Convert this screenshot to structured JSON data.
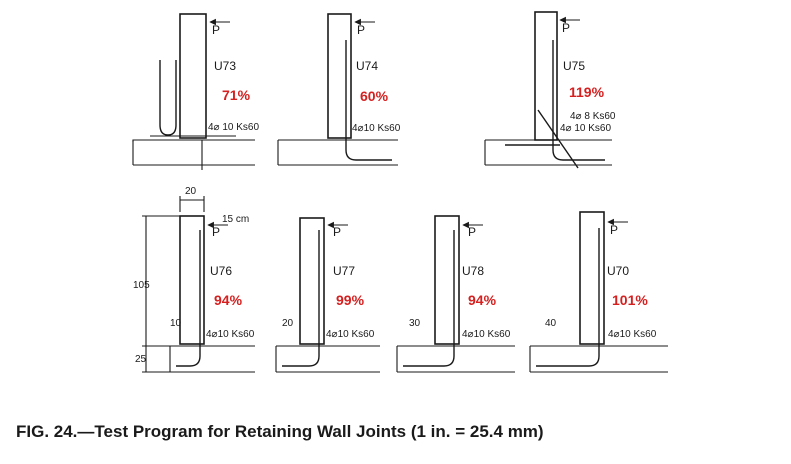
{
  "specimens": [
    {
      "id": "U73",
      "percent": "71%",
      "rebar": "4⌀ 10 Ks60"
    },
    {
      "id": "U74",
      "percent": "60%",
      "rebar": "4⌀10 Ks60"
    },
    {
      "id": "U75",
      "percent": "119%",
      "rebar": "4⌀ 10 Ks60",
      "rebar2": "4⌀ 8 Ks60"
    },
    {
      "id": "U76",
      "percent": "94%",
      "rebar": "4⌀10 Ks60"
    },
    {
      "id": "U77",
      "percent": "99%",
      "rebar": "4⌀10 Ks60"
    },
    {
      "id": "U78",
      "percent": "94%",
      "rebar": "4⌀10 Ks60"
    },
    {
      "id": "U70",
      "percent": "101%",
      "rebar": "4⌀10 Ks60"
    }
  ],
  "load_label": "P",
  "dimensions": {
    "wall_width": "20",
    "load_offset": "15 cm",
    "wall_height": "105",
    "slab_thickness": "25",
    "heel_u76": "10",
    "heel_u77": "20",
    "heel_u78": "30",
    "heel_u70": "40"
  },
  "caption": "FIG. 24.—Test Program for Retaining Wall Joints (1 in. = 25.4 mm)"
}
